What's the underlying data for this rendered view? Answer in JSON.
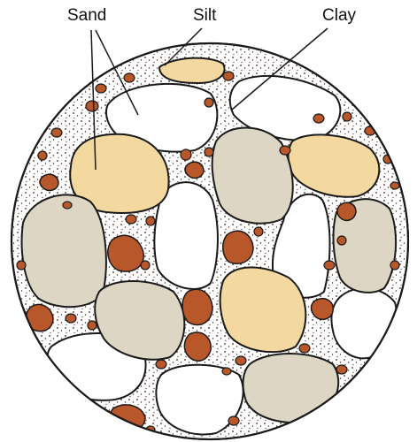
{
  "labels": {
    "sand": "Sand",
    "silt": "Silt",
    "clay": "Clay"
  },
  "colors": {
    "outline": "#1a1a1a",
    "sand_fill": "#f3d9a0",
    "silt_fill": "#ddd6c5",
    "clay_fill": "#b8582a",
    "white_grain": "#ffffff",
    "pore_speckle": "#3a2418"
  }
}
